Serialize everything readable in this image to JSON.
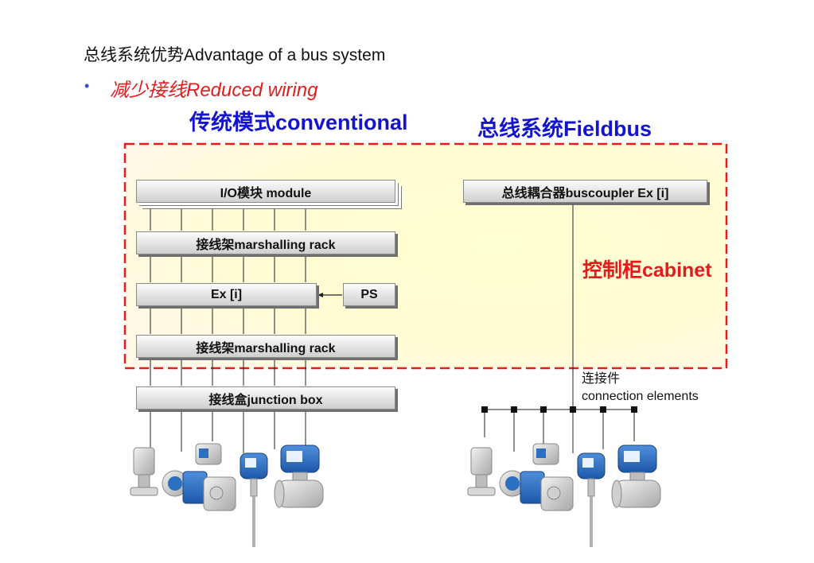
{
  "slide": {
    "title": "总线系统优势Advantage of a bus system",
    "bullet": "减少接线Reduced wiring"
  },
  "conventional": {
    "heading": "传统模式conventional",
    "io_module": "I/O模块 module",
    "marshalling_rack_top": "接线架marshalling rack",
    "ex_barrier": "Ex [i]",
    "power_supply": "PS",
    "marshalling_rack_bottom": "接线架marshalling rack",
    "junction_box": "接线盒junction box"
  },
  "fieldbus": {
    "heading": "总线系统Fieldbus",
    "buscoupler": "总线耦合器buscoupler Ex [i]",
    "connection_label_cn": "连接件",
    "connection_label_en": "connection elements"
  },
  "cabinet_label": "控制柜cabinet",
  "colors": {
    "cabinet_border": "#e31b1b",
    "heading_blue": "#1414d0",
    "bullet_red": "#e31b1b",
    "cabinet_fill": "#ffffc8",
    "instrument_blue": "#2a6fc0"
  }
}
